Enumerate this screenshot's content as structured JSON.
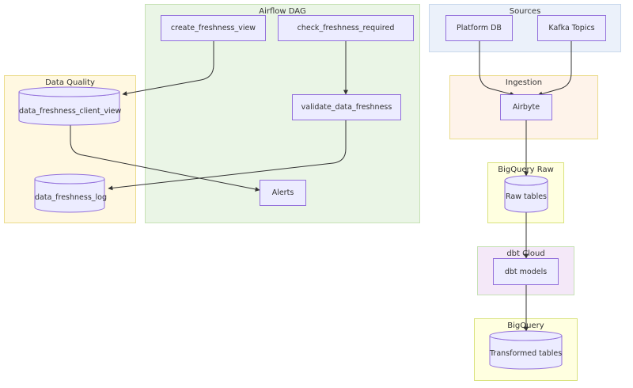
{
  "clusters": {
    "airflow_dag": "Airflow DAG",
    "data_quality": "Data Quality",
    "sources": "Sources",
    "ingestion": "Ingestion",
    "bigquery_raw": "BigQuery Raw",
    "dbt_cloud": "dbt Cloud",
    "bigquery": "BigQuery"
  },
  "nodes": {
    "create_freshness_view": "create_freshness_view",
    "check_freshness_required": "check_freshness_required",
    "validate_data_freshness": "validate_data_freshness",
    "alerts": "Alerts",
    "data_freshness_client_view": "data_freshness_client_view",
    "data_freshness_log": "data_freshness_log",
    "platform_db": "Platform DB",
    "kafka_topics": "Kafka Topics",
    "airbyte": "Airbyte",
    "raw_tables": "Raw tables",
    "dbt_models": "dbt models",
    "transformed_tables": "Transformed tables"
  },
  "edges": [
    [
      "create_freshness_view",
      "data_freshness_client_view"
    ],
    [
      "check_freshness_required",
      "validate_data_freshness"
    ],
    [
      "validate_data_freshness",
      "data_freshness_log"
    ],
    [
      "data_freshness_client_view",
      "alerts"
    ],
    [
      "platform_db",
      "airbyte"
    ],
    [
      "kafka_topics",
      "airbyte"
    ],
    [
      "airbyte",
      "raw_tables"
    ],
    [
      "raw_tables",
      "dbt_models"
    ],
    [
      "dbt_models",
      "transformed_tables"
    ]
  ],
  "colors": {
    "node_fill": "#ECECFF",
    "node_stroke": "#9370DB",
    "edge": "#333333",
    "cluster_airflow_fill": "#EAF5E6",
    "cluster_airflow_stroke": "#C7E2B5",
    "cluster_dq_fill": "#FFF8E1",
    "cluster_dq_stroke": "#EBDC8C",
    "cluster_sources_fill": "#EBF1FA",
    "cluster_sources_stroke": "#C9D8EC",
    "cluster_ingestion_fill": "#FEF3EA",
    "cluster_ingestion_stroke": "#EBDC8C",
    "cluster_bqraw_fill": "#FFFFE0",
    "cluster_bqraw_stroke": "#D9E27D",
    "cluster_dbt_fill": "#F4E8F8",
    "cluster_dbt_stroke": "#C7E2B5",
    "cluster_bq_fill": "#FFFFE0",
    "cluster_bq_stroke": "#D9E27D"
  }
}
